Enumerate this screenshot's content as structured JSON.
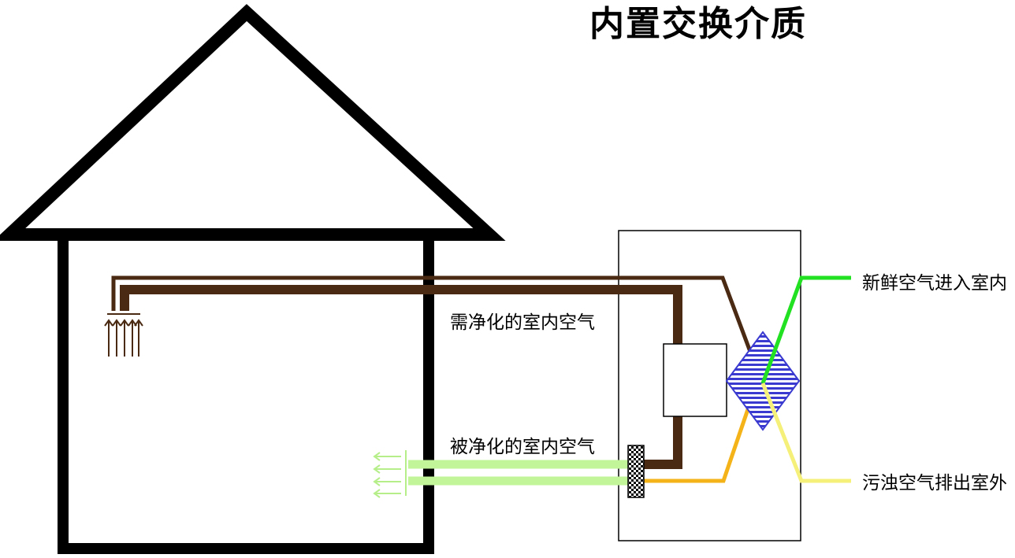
{
  "title": "内置交换介质",
  "labels": {
    "dirty_indoor_air": "需净化的室内空气",
    "purified_indoor_air": "被净化的室内空气",
    "fresh_air_in": "新鲜空气进入室内",
    "stale_air_out": "污浊空气排出室外"
  },
  "colors": {
    "house_outline": "#000000",
    "return_duct": "#4a2a12",
    "supply_duct": "#c2f59a",
    "fresh_air": "#22e022",
    "stale_air_out": "#f5f07a",
    "exhaust_path": "#f5b31a",
    "exchanger_fill": "#3a3ad0"
  }
}
